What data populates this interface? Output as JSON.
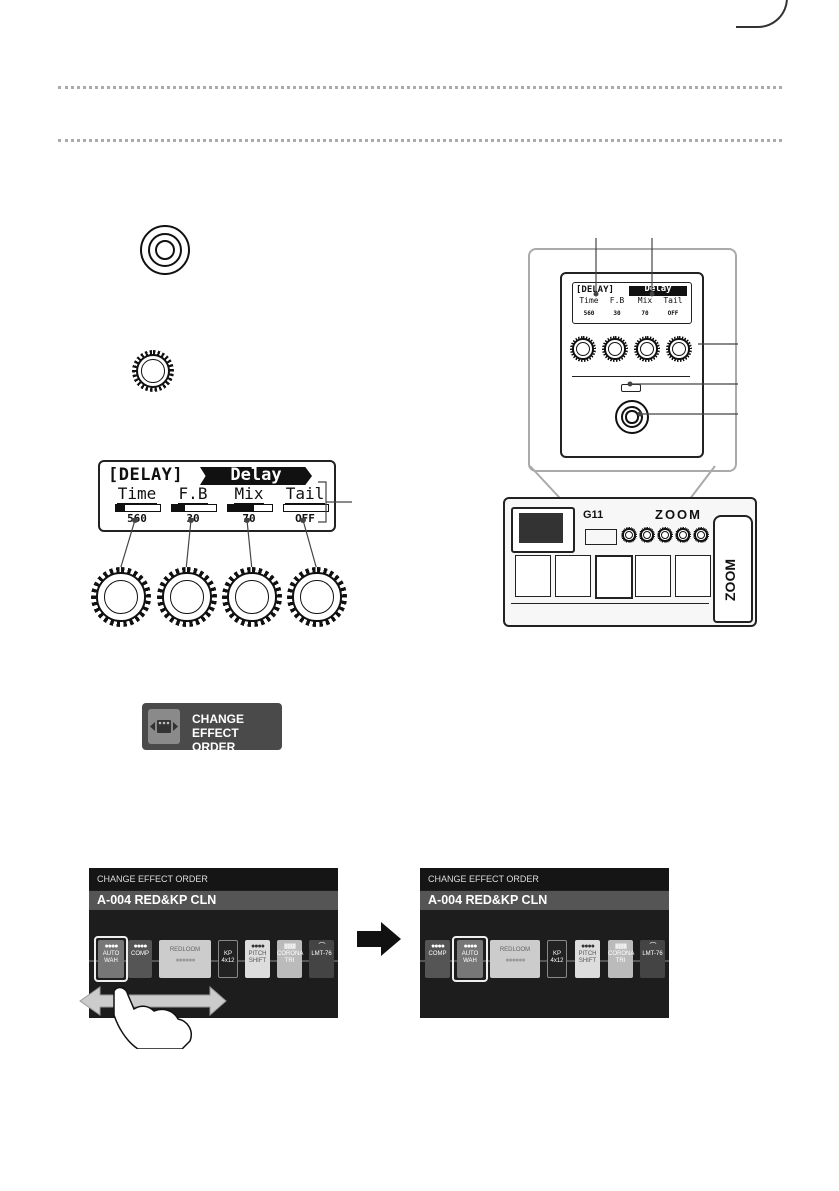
{
  "display": {
    "category": "[DELAY]",
    "effect_name": "Delay",
    "params": [
      {
        "label": "Time",
        "value": "560",
        "level": 0.2
      },
      {
        "label": "F.B",
        "value": "30",
        "level": 0.3
      },
      {
        "label": "Mix",
        "value": "70",
        "level": 0.6
      },
      {
        "label": "Tail",
        "value": "OFF",
        "level": 0.0
      }
    ]
  },
  "small_display": {
    "category": "[DELAY]",
    "effect_name": "Delay",
    "params": [
      "Time",
      "F.B",
      "Mix",
      "Tail"
    ],
    "values": [
      "560",
      "30",
      "70",
      "OFF"
    ]
  },
  "device": {
    "model": "G11",
    "brand": "ZOOM"
  },
  "change_button": {
    "line1": "CHANGE",
    "line2": "EFFECT ORDER"
  },
  "screen_before": {
    "header": "CHANGE EFFECT ORDER",
    "patch": "A-004 RED&KP CLN",
    "effects": [
      "AUTO WAH",
      "COMP",
      "REDLOOM",
      "KP 4x12",
      "PITCH SHIFT",
      "CORONA TRI",
      "LMT-76"
    ]
  },
  "screen_after": {
    "header": "CHANGE EFFECT ORDER",
    "patch": "A-004 RED&KP CLN",
    "effects": [
      "COMP",
      "AUTO WAH",
      "REDLOOM",
      "KP 4x12",
      "PITCH SHIFT",
      "CORONA TRI",
      "LMT-76"
    ]
  },
  "colors": {
    "screen_bg": "#1d1d1d",
    "patch_bar": "#555555",
    "button_bg": "#4a4a4a"
  }
}
